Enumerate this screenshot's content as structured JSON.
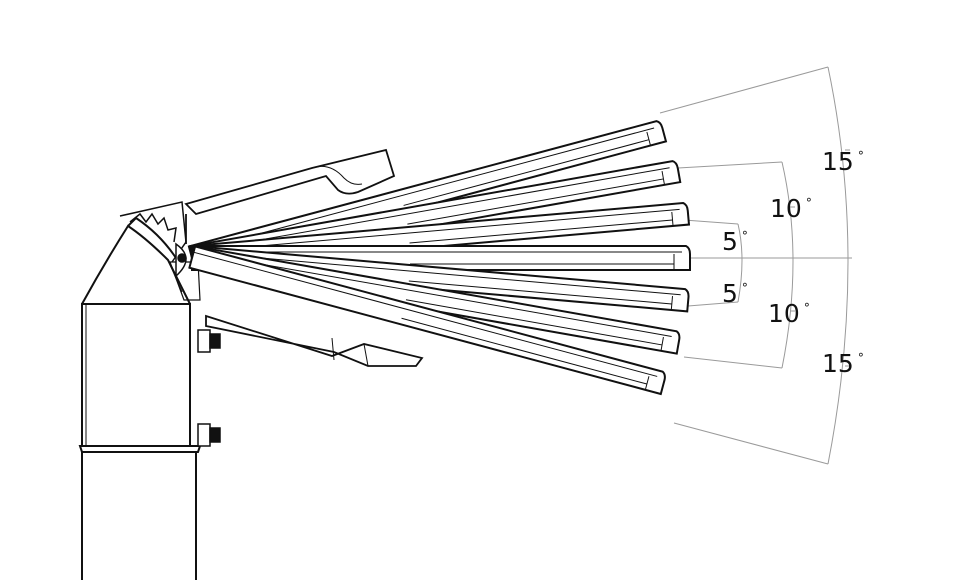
{
  "diagram": {
    "tilt_positions_deg": [
      15,
      10,
      5,
      0,
      -5,
      -10,
      -15
    ],
    "angle_labels": [
      {
        "value": "15",
        "symbol": "°",
        "side": "upper"
      },
      {
        "value": "10",
        "symbol": "°",
        "side": "upper"
      },
      {
        "value": "5",
        "symbol": "°",
        "side": "upper"
      },
      {
        "value": "5",
        "symbol": "°",
        "side": "lower"
      },
      {
        "value": "10",
        "symbol": "°",
        "side": "lower"
      },
      {
        "value": "15",
        "symbol": "°",
        "side": "lower"
      }
    ],
    "colors": {
      "line": "#111111",
      "dimension": "#9a9a9a",
      "background": "#ffffff"
    }
  }
}
